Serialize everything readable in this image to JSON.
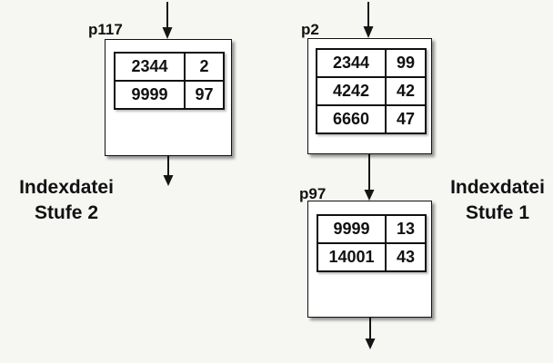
{
  "diagram": {
    "title_hint": "Two-level index file structure",
    "colors": {
      "background": "#f6f6f3",
      "ink": "#111111",
      "box_fill": "#ffffff"
    },
    "nodes": [
      {
        "id": "p117",
        "label": "p117",
        "rows": [
          [
            "2344",
            "2"
          ],
          [
            "9999",
            "97"
          ]
        ]
      },
      {
        "id": "p2",
        "label": "p2",
        "rows": [
          [
            "2344",
            "99"
          ],
          [
            "4242",
            "42"
          ],
          [
            "6660",
            "47"
          ]
        ]
      },
      {
        "id": "p97",
        "label": "p97",
        "rows": [
          [
            "9999",
            "13"
          ],
          [
            "14001",
            "43"
          ]
        ]
      }
    ],
    "captions": [
      {
        "id": "level2",
        "lines": [
          "Indexdatei",
          "Stufe 2"
        ]
      },
      {
        "id": "level1",
        "lines": [
          "Indexdatei",
          "Stufe 1"
        ]
      }
    ]
  }
}
